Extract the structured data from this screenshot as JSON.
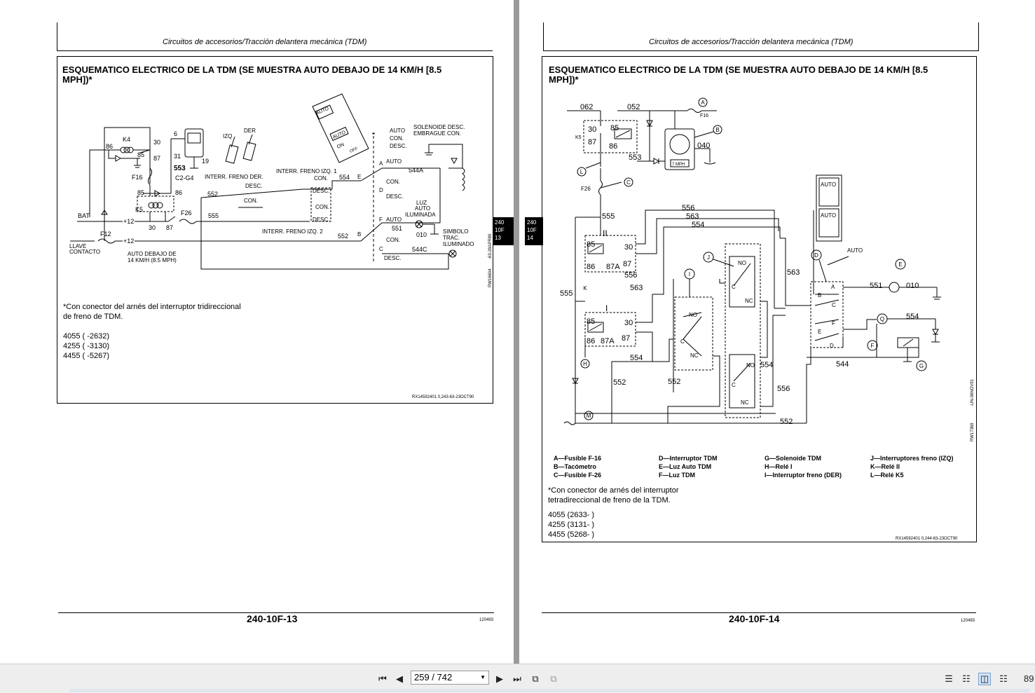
{
  "left_page": {
    "header": "Circuitos de accesorios/Tracción delantera mecánica (TDM)",
    "title_line1": "ESQUEMATICO ELECTRICO DE LA TDM (SE MUESTRA AUTO DEBAJO DE 14 KM/H [8.5",
    "title_line2": "MPH])*",
    "diagram": {
      "k4": "K4",
      "n86": "86",
      "n85": "85",
      "n87": "87",
      "n30": "30",
      "n6": "6",
      "n31": "31",
      "n19": "19",
      "n553": "553",
      "c2g4": "C2-G4",
      "f16": "F16",
      "k5": "K5",
      "n85b": "85",
      "n86b": "86",
      "n30b": "30",
      "n87b": "87",
      "f26": "F26",
      "bat": "BAT",
      "plus12a": "+12",
      "f12": "F12",
      "plus12b": "+12",
      "llave1": "LLAVE",
      "llave2": "CONTACTO",
      "autodeb1": "AUTO DEBAJO DE",
      "autodeb2": "14 KM/H (8.5 MPH)",
      "izq": "IZQ",
      "der": "DER",
      "interr_der": "INTERR. FRENO DER.",
      "desc1": "DESC.",
      "con1": "CON.",
      "n552a": "552",
      "n555": "555",
      "interr_izq1": "INTERR. FRENO IZQ. 1",
      "con2": "CON.",
      "n554": "554",
      "desc2": "DESC.",
      "con3": "CON.",
      "desc3": "DESC.",
      "interr_izq2": "INTERR. FRENO IZQ. 2",
      "n552b": "552",
      "auto_l": "AUTO",
      "con_l": "CON.",
      "desc_l": "DESC.",
      "sol1": "SOLENOIDE DESC.",
      "sol2": "EMBRAGUE CON.",
      "a": "A",
      "auto_a": "AUTO",
      "n544a": "544A",
      "e": "E",
      "d": "D",
      "con_d": "CON.",
      "desc_d": "DESC.",
      "luz1": "LUZ",
      "luz2": "AUTO",
      "luz3": "ILUMINADA",
      "f": "F",
      "auto_f": "AUTO",
      "n551": "551",
      "n010": "010",
      "b": "B",
      "con_b": "CON.",
      "c": "C",
      "n544c": "544C",
      "desc_c": "DESC.",
      "sim1": "SIMBOLO",
      "sim2": "TRAC.",
      "sim3": "ILUMINADO",
      "panel_auto": "AUTO",
      "panel_auto2": "AUTO",
      "panel_on": "ON",
      "panel_off": "OFF"
    },
    "side_ref1": "RW16604",
    "side_ref2": "-63-28APR89",
    "note_line1": "*Con conector del arnés del interruptor tridireccional",
    "note_line2": "de freno de TDM.",
    "serials": [
      {
        "model": "4055",
        "range": "(      -2632)"
      },
      {
        "model": "4255",
        "range": "(      -3130)"
      },
      {
        "model": "4455",
        "range": "(      -5267)"
      }
    ],
    "box_ref": "RX14592401 0,243-63-23OCT90",
    "page_number": "240-10F-13",
    "page_code": "120493",
    "tab": [
      "240",
      "10F",
      "13"
    ]
  },
  "right_page": {
    "header": "Circuitos de accesorios/Tracción delantera mecánica (TDM)",
    "title_line1": "ESQUEMATICO ELECTRICO DE LA TDM (SE MUESTRA AUTO DEBAJO DE 14 KM/H [8.5",
    "title_line2": "MPH])*",
    "diagram": {
      "n062": "062",
      "n052": "052",
      "k5": "K5",
      "n30": "30",
      "n85": "85",
      "n87": "87",
      "n86": "86",
      "n553": "553",
      "f16": "F16",
      "n040": "040",
      "f26": "F26",
      "n555a": "555",
      "n556a": "556",
      "n563a": "563",
      "n554a": "554",
      "relay2": "II",
      "r2_85": "85",
      "r2_30": "30",
      "r2_86": "86",
      "r2_87a": "87A",
      "r2_87": "87",
      "r2_556": "556",
      "n555b": "555",
      "n563b": "563",
      "relay1": "I",
      "r1_85": "85",
      "r1_30": "30",
      "r1_86": "86",
      "r1_87a": "87A",
      "r1_87": "87",
      "n554b": "554",
      "n552a": "552",
      "n552b": "552",
      "n552c": "552",
      "no1": "NO",
      "c1": "C",
      "nc1": "NC",
      "no2": "NO",
      "c2": "C",
      "nc2": "NC",
      "no3": "NO",
      "c3": "C",
      "nc3": "NC",
      "n554c": "554",
      "n556b": "556",
      "n563c": "563",
      "sw_a": "A",
      "sw_b": "B",
      "sw_c": "C",
      "sw_d": "D",
      "sw_e": "E",
      "sw_f": "F",
      "auto": "AUTO",
      "n551": "551",
      "n010": "010",
      "n554d": "554",
      "n544": "544",
      "tach": "7 MPH",
      "lbl_a": "A",
      "lbl_b": "B",
      "lbl_c": "C",
      "lbl_d": "D",
      "lbl_e": "E",
      "lbl_f": "F",
      "lbl_g": "G",
      "lbl_h": "H",
      "lbl_i": "I",
      "lbl_j": "J",
      "lbl_k": "K",
      "lbl_l": "L",
      "lbl_m": "M",
      "lbl_q": "Q",
      "panel_auto1": "AUTO",
      "panel_auto2": "AUTO"
    },
    "side_ref1": "RW17369",
    "side_ref2": "-UN-06NOV91",
    "legend": [
      [
        "A—Fusible F-16",
        "B—Tacómetro",
        "C—Fusible F-26"
      ],
      [
        "D—Interruptor TDM",
        "E—Luz Auto TDM",
        "F—Luz TDM"
      ],
      [
        "G—Solenoide TDM",
        "H—Relé I",
        "I—Interruptor freno (DER)"
      ],
      [
        "J—Interruptores freno (IZQ)",
        "K—Relé II",
        "L—Relé K5"
      ]
    ],
    "note_line1": "*Con conector de arnés del interruptor",
    "note_line2": "tetradireccional de freno de la TDM.",
    "serials": [
      {
        "model": "4055",
        "range": "(2633-      )"
      },
      {
        "model": "4255",
        "range": "(3131-      )"
      },
      {
        "model": "4455",
        "range": "(5268-      )"
      }
    ],
    "box_ref": "RX14592401 0,244-63-23OCT90",
    "page_number": "240-10F-14",
    "page_code": "120493",
    "tab": [
      "240",
      "10F",
      "14"
    ]
  },
  "toolbar": {
    "page_indicator": "259 / 742",
    "zoom": "89",
    "icons": [
      "first-page-icon",
      "prev-page-icon",
      "next-page-icon",
      "last-page-icon",
      "extract-page-icon",
      "insert-page-icon",
      "single-page-icon",
      "continuous-page-icon",
      "two-page-icon",
      "two-page-continuous-icon"
    ]
  }
}
